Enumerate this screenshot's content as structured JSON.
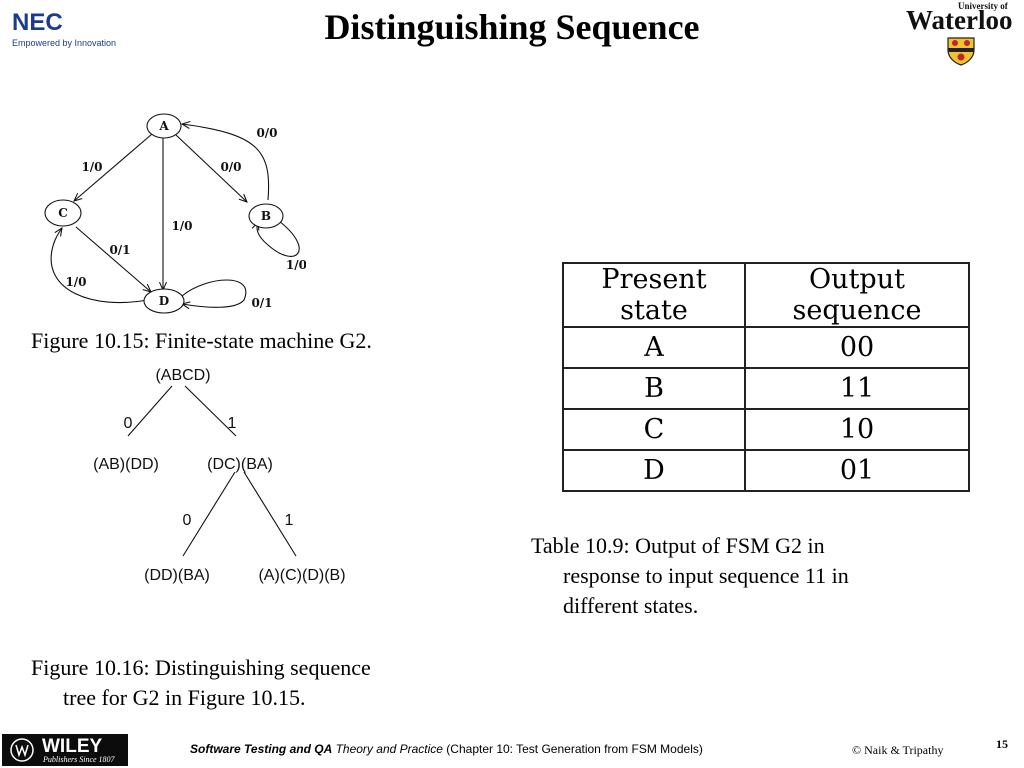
{
  "header": {
    "title": "Distinguishing Sequence",
    "nec_logo_text": "NEC",
    "nec_tagline": "Empowered by Innovation",
    "uw_small": "University of",
    "uw_name": "Waterloo"
  },
  "figure1": {
    "nodes": [
      "A",
      "B",
      "C",
      "D"
    ],
    "edge_labels": {
      "b_to_a": "0/0",
      "a_to_b": "0/0",
      "a_to_c": "1/0",
      "a_to_d": "1/0",
      "b_self": "1/0",
      "c_to_d": "0/1",
      "d_to_c": "1/0",
      "d_self": "0/1"
    },
    "caption": "Figure 10.15: Finite-state machine G2."
  },
  "figure2": {
    "root": "(ABCD)",
    "root_left_edge": "0",
    "root_right_edge": "1",
    "left_child": "(AB)(DD)",
    "right_child": "(DC)(BA)",
    "right_left_edge": "0",
    "right_right_edge": "1",
    "rl_leaf": "(DD)(BA)",
    "rr_leaf": "(A)(C)(D)(B)",
    "caption_line1": "Figure 10.16: Distinguishing sequence",
    "caption_line2": "tree for G2 in Figure 10.15."
  },
  "table": {
    "headers": [
      "Present state",
      "Output sequence"
    ],
    "rows": [
      [
        "A",
        "00"
      ],
      [
        "B",
        "11"
      ],
      [
        "C",
        "10"
      ],
      [
        "D",
        "01"
      ]
    ],
    "caption_line1": "Table 10.9: Output of FSM G2 in",
    "caption_line2": "response to input sequence 11 in",
    "caption_line3": "different states."
  },
  "footer": {
    "publisher": "WILEY",
    "publisher_sub": "Publishers Since 1807",
    "book_bold": "Software Testing and QA",
    "book_italic": " Theory and Practice",
    "chapter": " (Chapter 10: Test Generation from FSM Models)",
    "copyright": "© Naik & Tripathy",
    "page_number": "15"
  }
}
